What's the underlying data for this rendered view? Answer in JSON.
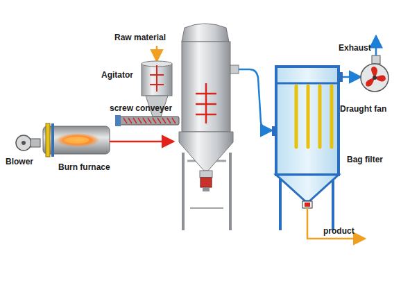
{
  "diagram": {
    "labels": [
      "Raw material",
      "Agitator",
      "screw conveyer",
      "Blower",
      "Burn furnace",
      "Exhaust",
      "Draught fan",
      "Bag filter",
      "product"
    ]
  }
}
